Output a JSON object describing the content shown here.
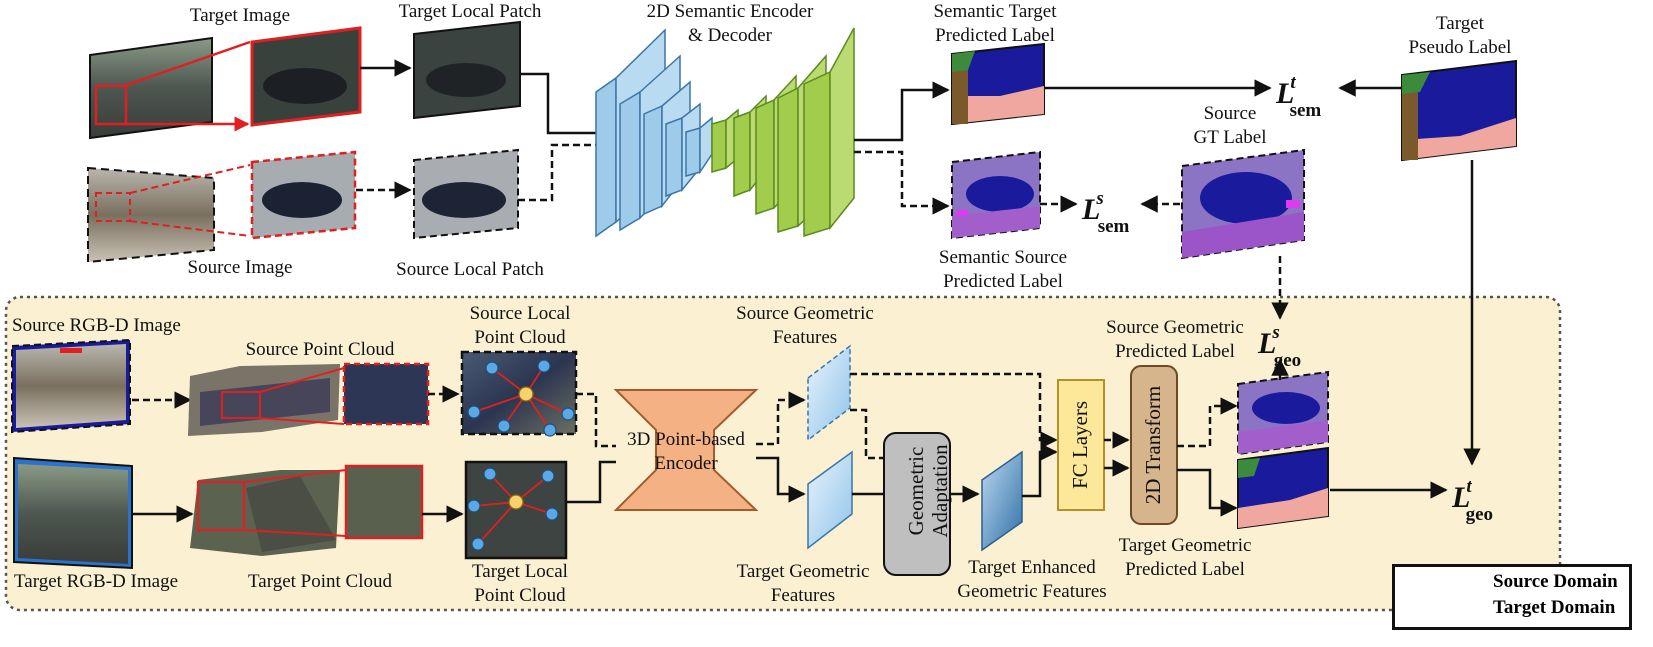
{
  "colors": {
    "panel_fill": "#fbf1d2",
    "encoder_blue": "#9ecbea",
    "decoder_green": "#a2cc4c",
    "encoder3d_orange": "#f4b183",
    "fc_yellow": "#fde899",
    "transform_tan": "#d6b48c",
    "adaptation_gray": "#bfbfbf",
    "label_navy": "#1a1a9c",
    "label_pink": "#f0a7a0",
    "label_lavender": "#8b74c4",
    "label_magenta": "#e03aee",
    "arrow_red": "#e02020"
  },
  "labels": {
    "target_image": "Target Image",
    "target_local_patch": "Target Local Patch",
    "encoder_decoder_line1": "2D Semantic Encoder",
    "encoder_decoder_line2": "& Decoder",
    "semantic_target_line1": "Semantic Target",
    "semantic_target_line2": "Predicted Label",
    "target_pseudo_line1": "Target",
    "target_pseudo_line2": "Pseudo Label",
    "source_gt_line1": "Source",
    "source_gt_line2": "GT Label",
    "source_image": "Source Image",
    "source_local_patch": "Source Local Patch",
    "semantic_source_line1": "Semantic Source",
    "semantic_source_line2": "Predicted Label",
    "source_rgbd": "Source RGB-D Image",
    "source_point_cloud": "Source Point Cloud",
    "source_local_pc_line1": "Source Local",
    "source_local_pc_line2": "Point Cloud",
    "source_geo_feat_line1": "Source Geometric",
    "source_geo_feat_line2": "Features",
    "source_geo_pred_line1": "Source Geometric",
    "source_geo_pred_line2": "Predicted Label",
    "encoder3d_line1": "3D Point-based",
    "encoder3d_line2": "Encoder",
    "geo_adapt_line1": "Geometric",
    "geo_adapt_line2": "Adaptation",
    "fc_layers": "FC Layers",
    "transform_2d": "2D Transform",
    "target_rgbd": "Target RGB-D Image",
    "target_point_cloud": "Target Point Cloud",
    "target_local_pc_line1": "Target Local",
    "target_local_pc_line2": "Point Cloud",
    "target_geo_feat_line1": "Target Geometric",
    "target_geo_feat_line2": "Features",
    "target_enh_line1": "Target Enhanced",
    "target_enh_line2": "Geometric Features",
    "target_geo_pred_line1": "Target Geometric",
    "target_geo_pred_line2": "Predicted Label"
  },
  "losses": {
    "symbol": "L",
    "sem_target_sup": "t",
    "sem_target_sub": "sem",
    "sem_source_sup": "s",
    "sem_source_sub": "sem",
    "geo_source_sup": "s",
    "geo_source_sub": "geo",
    "geo_target_sup": "t",
    "geo_target_sub": "geo"
  },
  "legend": {
    "source": "Source Domain",
    "target": "Target Domain"
  }
}
